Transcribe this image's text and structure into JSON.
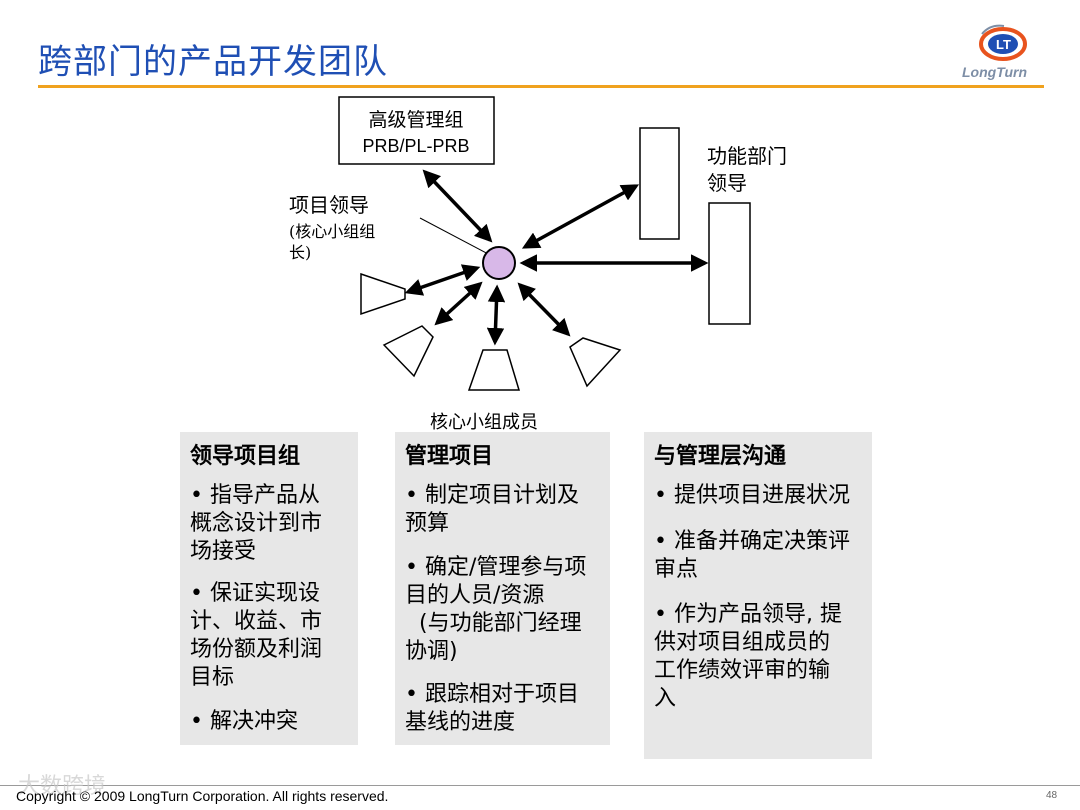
{
  "slide": {
    "title": "跨部门的产品开发团队",
    "logo_text": "LongTurn",
    "footer": "Copyright © 2009 LongTurn Corporation. All rights reserved.",
    "page_number": "48",
    "watermark": "  大数跨境"
  },
  "diagram": {
    "senior_group": {
      "line1": "高级管理组",
      "line2": "PRB/PL-PRB"
    },
    "project_leader": {
      "line1": "项目领导",
      "line2": "(核心小组组",
      "line3": "长)"
    },
    "functional_heads": {
      "line1": "功能部门",
      "line2": "领导"
    },
    "core_members": "核心小组成员"
  },
  "boxes": [
    {
      "heading": "领导项目组",
      "bullets": [
        [
          "• 指导产品从",
          "概念设计到市",
          "场接受"
        ],
        [
          "• 保证实现设",
          "计、收益、市",
          "场份额及利润",
          "目标"
        ],
        [
          "• 解决冲突"
        ]
      ]
    },
    {
      "heading": "管理项目",
      "bullets": [
        [
          "• 制定项目计划及",
          "预算"
        ],
        [
          "• 确定/管理参与项",
          "目的人员/资源",
          "  (与功能部门经理",
          "协调)"
        ],
        [
          "• 跟踪相对于项目",
          "基线的进度"
        ]
      ]
    },
    {
      "heading": "与管理层沟通",
      "bullets": [
        [
          "• 提供项目进展状况"
        ],
        [
          "• 准备并确定决策评",
          "审点"
        ],
        [
          "• 作为产品领导, 提",
          "供对项目组成员的",
          "工作绩效评审的输",
          "入"
        ]
      ]
    }
  ]
}
